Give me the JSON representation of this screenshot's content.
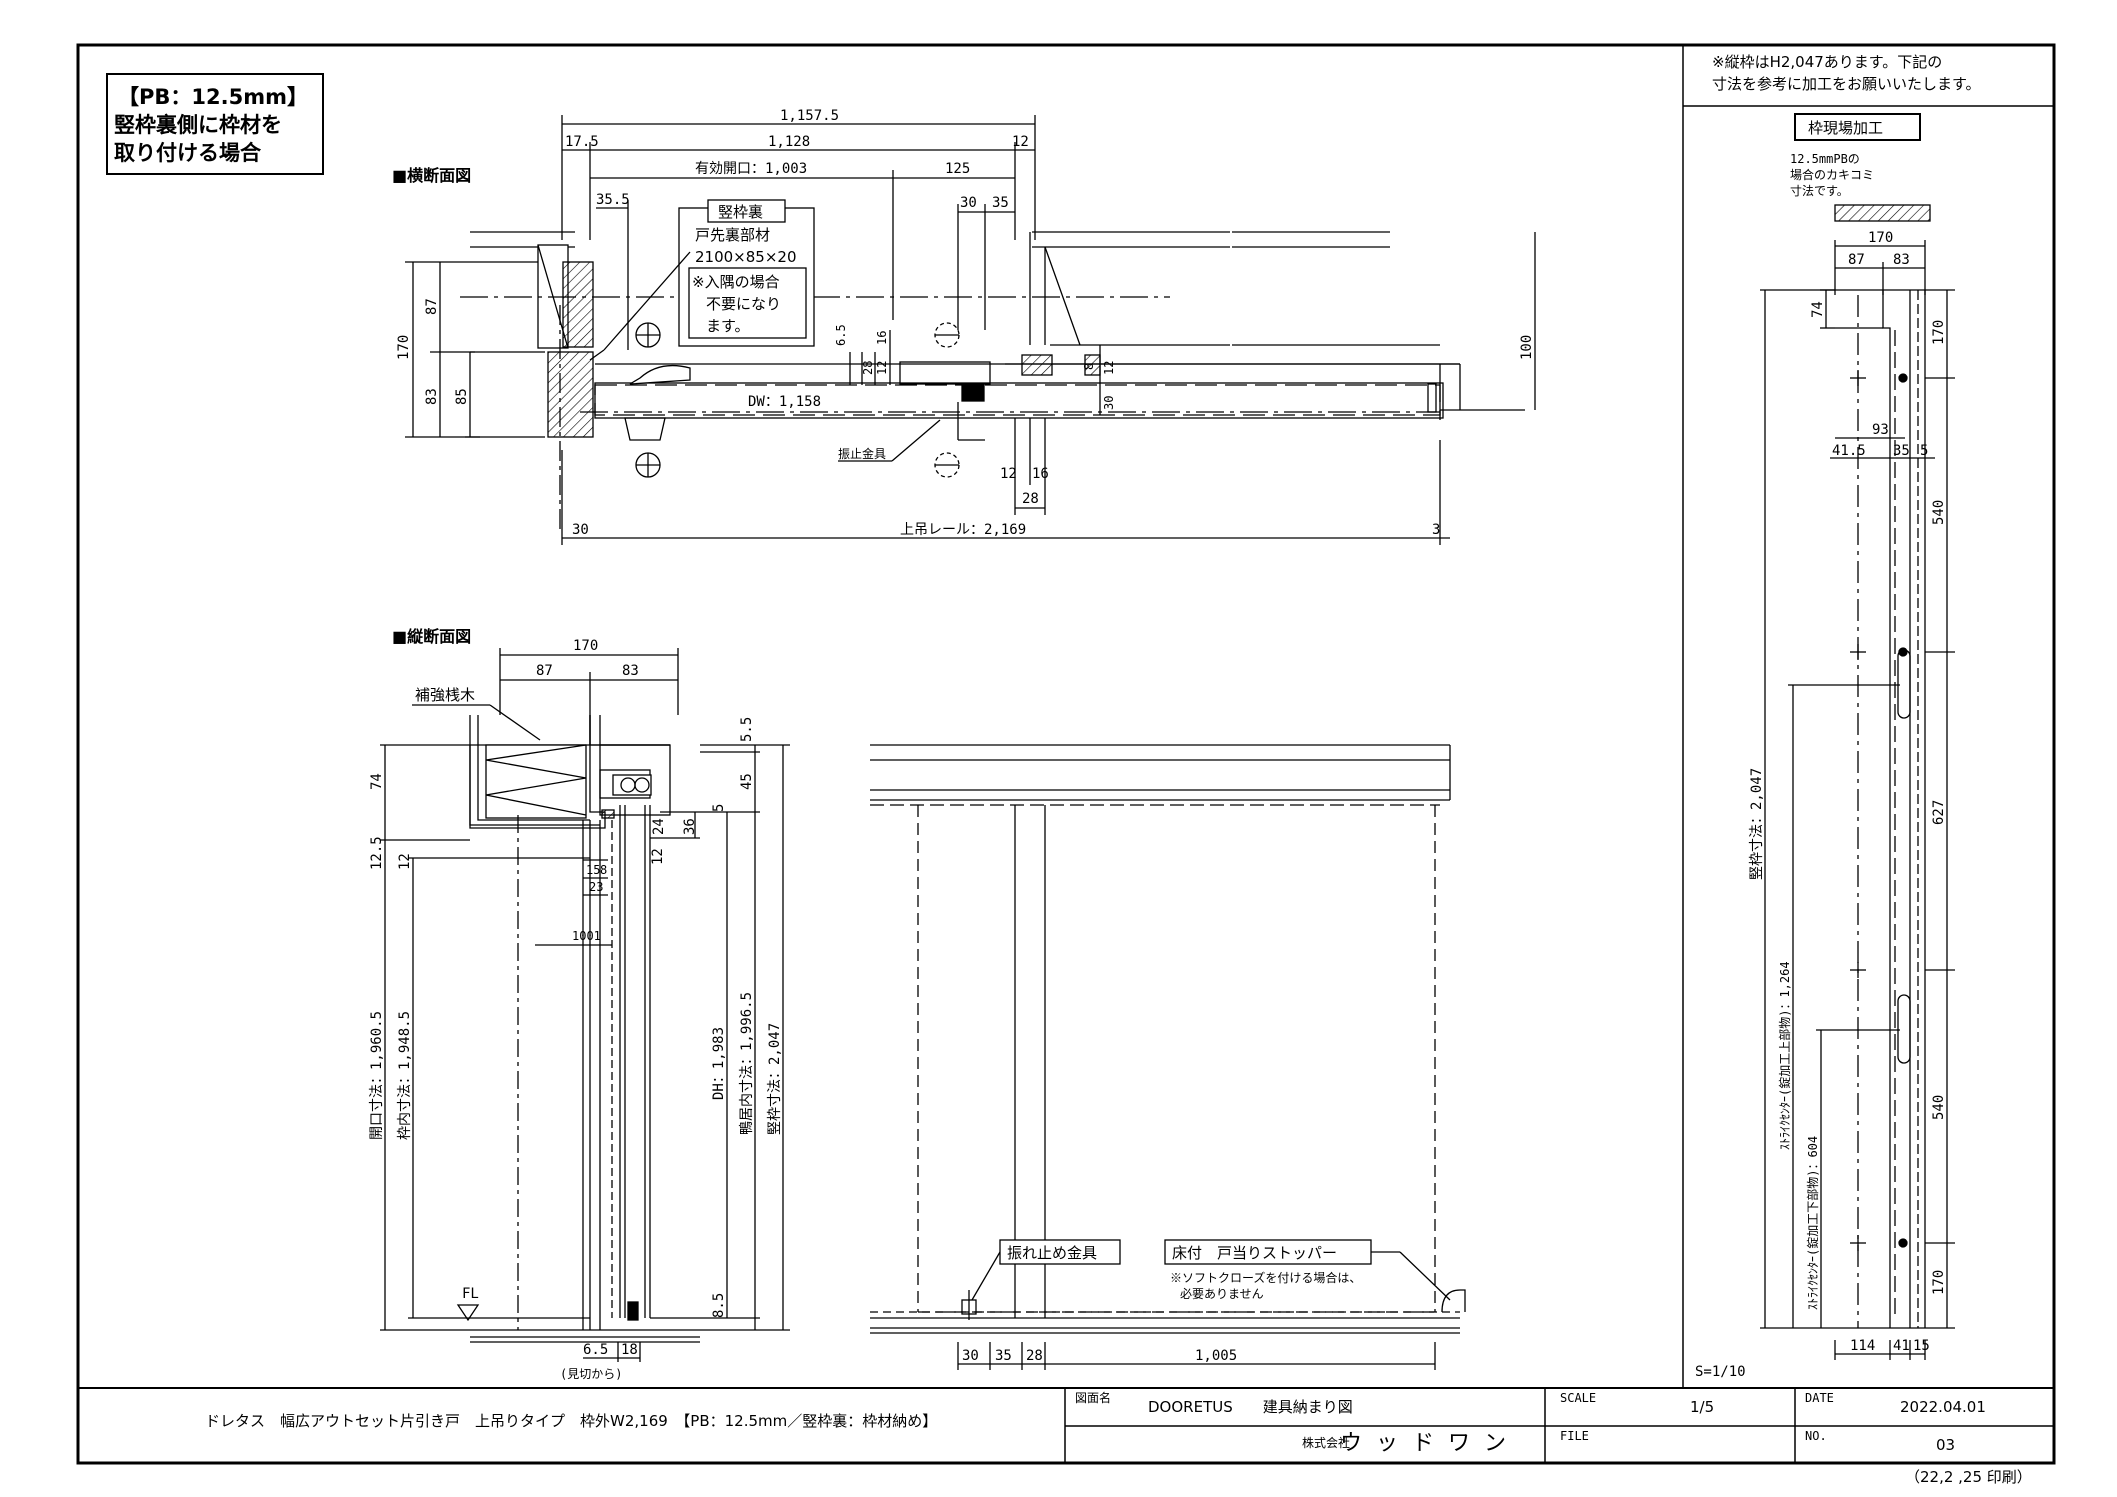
{
  "labelbox": {
    "line1": "【PB：12.5mm】",
    "line2": "竪枠裏側に枠材を",
    "line3": "取り付ける場合"
  },
  "horizontal_section": {
    "title": "■横断面図",
    "dim_1157_5": "1,157.5",
    "dim_17_5": "17.5",
    "dim_1128": "1,128",
    "dim_12_top": "12",
    "dim_opening": "有効開口：1,003",
    "dim_125": "125",
    "dim_35_5": "35.5",
    "dim_30": "30",
    "dim_35": "35",
    "callout_title": "竪枠裏",
    "callout_l1": "戸先裏部材",
    "callout_l2": "2100×85×20",
    "callout_l3": "※入隅の場合",
    "callout_l4": "不要になり",
    "callout_l5": "ます。",
    "dim_170": "170",
    "dim_87": "87",
    "dim_83": "83",
    "dim_85": "85",
    "dim_6_5": "6.5",
    "dim_28": "28",
    "dim_12a": "12",
    "dim_16": "16",
    "dim_8": "8",
    "dim_12b": "12",
    "dim_30v": "30",
    "dim_100": "100",
    "dim_dw": "DW：1,158",
    "label_stop": "振止金具",
    "dim_12c": "12",
    "dim_16b": "16",
    "dim_28b": "28",
    "dim_30b": "30",
    "dim_rail": "上吊レール：2,169",
    "dim_3": "3"
  },
  "vertical_section": {
    "title": "■縦断面図",
    "dim_170": "170",
    "dim_87": "87",
    "dim_83": "83",
    "label_wood": "補強桟木",
    "dim_74": "74",
    "dim_5_5": "5.5",
    "dim_45": "45",
    "dim_5": "5",
    "dim_24": "24",
    "dim_36": "36",
    "dim_12_5": "12.5",
    "dim_12": "12",
    "dim_12b": "12",
    "dim_15": "15",
    "dim_8": "8",
    "dim_23": "23",
    "dim_1001": "1001",
    "dim_opening": "開口寸法：1,960.5",
    "dim_inner": "枠内寸法：1,948.5",
    "dim_dh": "DH：1,983",
    "dim_ceiling": "鴨居内寸法：1,996.5",
    "dim_frame": "竪枠寸法：2,047",
    "dim_8_5": "8.5",
    "label_fl": "FL",
    "dim_6_5": "6.5",
    "dim_18": "18",
    "label_mikiri": "(見切から)"
  },
  "elevation": {
    "label_stop": "振れ止め金具",
    "label_floor": "床付　戸当りストッパー",
    "note_l1": "※ソフトクローズを付ける場合は、",
    "note_l2": "必要ありません",
    "dim_30": "30",
    "dim_35": "35",
    "dim_28": "28",
    "dim_1005": "1,005"
  },
  "side_panel": {
    "note_l1": "※縦枠はH2,047あります。下記の",
    "note_l2": "寸法を参考に加工をお願いいたします。",
    "box_title": "枠現場加工",
    "note2_l1": "12.5mmPBの",
    "note2_l2": "場合のカキコミ",
    "note2_l3": "寸法です。",
    "dim_170": "170",
    "dim_87": "87",
    "dim_83": "83",
    "dim_74": "74",
    "dim_170v": "170",
    "dim_93": "93",
    "dim_41_5": "41.5",
    "dim_35": "35",
    "dim_5": "5",
    "dim_540a": "540",
    "dim_627": "627",
    "dim_540b": "540",
    "dim_170b": "170",
    "dim_frame": "竪枠寸法：2,047",
    "dim_strike_top": "ｽﾄﾗｲｸｾﾝﾀｰ(錠加工上部物)：1,264",
    "dim_strike_bottom": "ｽﾄﾗｲｸｾﾝﾀｰ(錠加工下部物)：604",
    "dim_114": "114",
    "dim_41": "41",
    "dim_15": "15",
    "scale": "S=1/10"
  },
  "titleblock": {
    "product": "ドレタス　幅広アウトセット片引き戸　上吊りタイプ　枠外W2,169　【PB：12.5mm／竪枠裏：枠材納め】",
    "drawing_label": "図面名",
    "drawing_name": "DOORETUS　　建具納まり図",
    "scale_label": "SCALE",
    "scale_value": "1/5",
    "date_label": "DATE",
    "date_value": "2022.04.01",
    "company_prefix": "株式会社",
    "company": "ウッドワン",
    "file_label": "FILE",
    "no_label": "NO.",
    "no_value": "03",
    "printed": "（22,2 ,25 印刷）"
  }
}
